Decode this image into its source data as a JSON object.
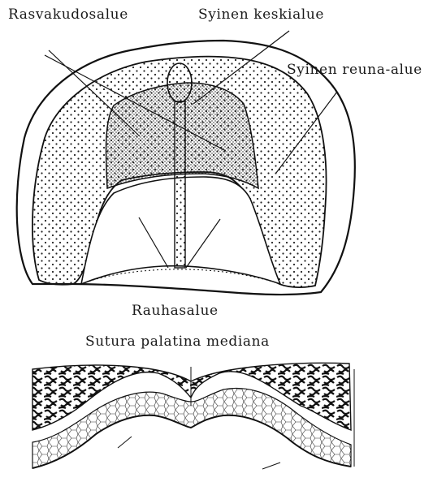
{
  "labels": {
    "fatty_zone": "Rasvakudosalue",
    "blue_central": "Syinen keskialue",
    "blue_border": "Syinen reuna-alue",
    "rugae_zone": "Rauhasalue",
    "suture": "Sutura palatina mediana"
  }
}
